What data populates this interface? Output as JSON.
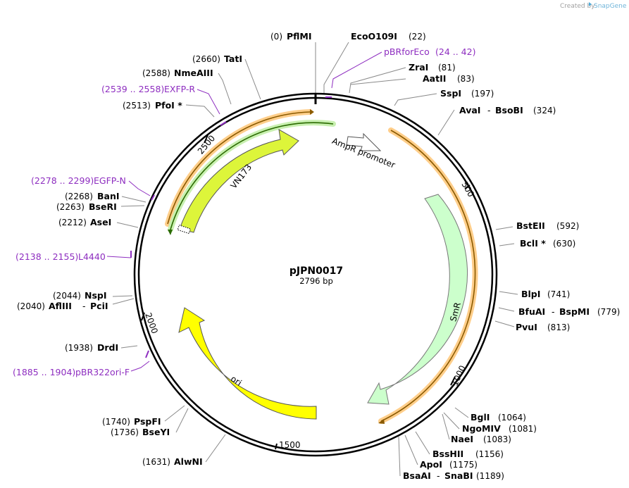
{
  "credit": {
    "text": "Created by",
    "brand": "SnapGene"
  },
  "plasmid": {
    "name": "pJPN0017",
    "size_label": "2796 bp"
  },
  "tick_labels": [
    "500",
    "1000",
    "1500",
    "2000",
    "2500"
  ],
  "features": [
    {
      "id": "ampr-promoter",
      "label": "AmpR promoter"
    },
    {
      "id": "smr",
      "label": "SmR"
    },
    {
      "id": "ori",
      "label": "ori"
    },
    {
      "id": "vn173",
      "label": "VN173"
    }
  ],
  "sites": {
    "pflmi": {
      "pos": "(0)",
      "name": "PflMI"
    },
    "eco": {
      "name": "EcoO109I",
      "pos": "(22)"
    },
    "zrai": {
      "name": "ZraI",
      "pos": "(81)"
    },
    "aatii": {
      "name": "AatII",
      "pos": "(83)"
    },
    "sspi": {
      "name": "SspI",
      "pos": "(197)"
    },
    "avai": {
      "name": "AvaI",
      "sep": "-",
      "name2": "BsoBI",
      "pos": "(324)"
    },
    "bsteii": {
      "name": "BstEII",
      "pos": "(592)"
    },
    "bcli": {
      "name": "BclI *",
      "pos": "(630)"
    },
    "blpi": {
      "name": "BlpI",
      "pos": "(741)"
    },
    "bfuai": {
      "name": "BfuAI",
      "sep": "-",
      "name2": "BspMI",
      "pos": "(779)"
    },
    "pvui": {
      "name": "PvuI",
      "pos": "(813)"
    },
    "bgli": {
      "name": "BglI",
      "pos": "(1064)"
    },
    "ngomiv": {
      "name": "NgoMIV",
      "pos": "(1081)"
    },
    "naei": {
      "name": "NaeI",
      "pos": "(1083)"
    },
    "bsshii": {
      "name": "BssHII",
      "pos": "(1156)"
    },
    "apoi": {
      "name": "ApoI",
      "pos": "(1175)"
    },
    "bsaai": {
      "name": "BsaAI",
      "sep": "-",
      "name2": "SnaBI",
      "pos": "(1189)"
    },
    "alwni": {
      "pos": "(1631)",
      "name": "AlwNI"
    },
    "bseyi": {
      "pos": "(1736)",
      "name": "BseYI"
    },
    "pspfi": {
      "pos": "(1740)",
      "name": "PspFI"
    },
    "drdi": {
      "pos": "(1938)",
      "name": "DrdI"
    },
    "aflii": {
      "pos": "(2040)",
      "name": "AflIII",
      "sep": "-",
      "name2": "PciI"
    },
    "nspi": {
      "pos": "(2044)",
      "name": "NspI"
    },
    "asei": {
      "pos": "(2212)",
      "name": "AseI"
    },
    "bseri": {
      "pos": "(2263)",
      "name": "BseRI"
    },
    "bani": {
      "pos": "(2268)",
      "name": "BanI"
    },
    "pfoi": {
      "pos": "(2513)",
      "name": "PfoI *"
    },
    "nmeaiii": {
      "pos": "(2588)",
      "name": "NmeAIII"
    },
    "tati": {
      "pos": "(2660)",
      "name": "TatI"
    }
  },
  "primers": {
    "pbrforeco": {
      "name": "pBRforEco",
      "range": "(24 .. 42)"
    },
    "exfp": {
      "range": "(2539 .. 2558)",
      "name": "EXFP-R"
    },
    "egfpn": {
      "range": "(2278 .. 2299)",
      "name": "EGFP-N"
    },
    "l4440": {
      "range": "(2138 .. 2155)",
      "name": "L4440"
    },
    "pbr322": {
      "range": "(1885 .. 1904)",
      "name": "pBR322ori-F"
    }
  },
  "colors": {
    "backbone": "#000000",
    "primer": "#8e2ec0",
    "vn173": "#ddf53a",
    "smr": "#ccffcc",
    "ori": "#ffff00",
    "orf_orange": "#ffce8a",
    "orf_green": "#c8f0b0",
    "leader_line": "#8a8a8a"
  }
}
